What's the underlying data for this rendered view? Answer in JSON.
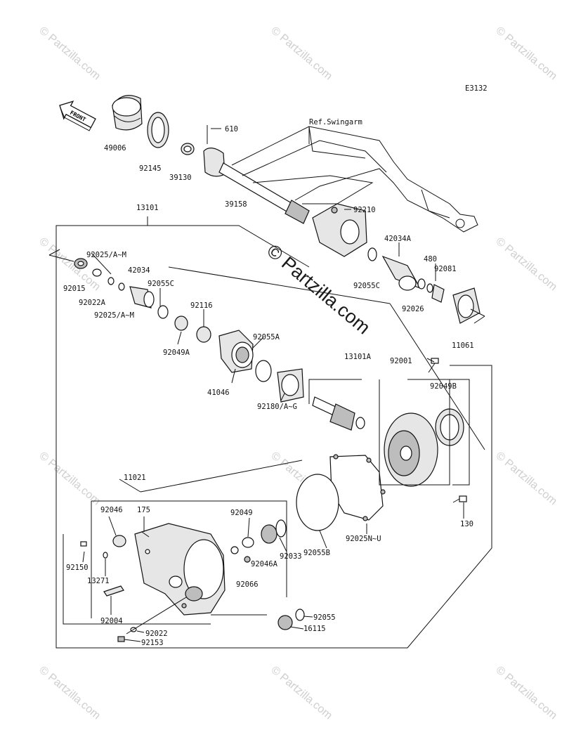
{
  "diagram_code": "E3132",
  "front_label": "FRONT",
  "ref_label": "Ref.Swingarm",
  "watermark_main": "© Partzilla.com",
  "watermark_small": "© Partzilla.com",
  "labels": {
    "p49006": "49006",
    "p92145": "92145",
    "p39130": "39130",
    "p610": "610",
    "p39158": "39158",
    "p92210": "92210",
    "p13101": "13101",
    "p42034A": "42034A",
    "p480": "480",
    "p92081": "92081",
    "p92055C_b": "92055C",
    "p92026": "92026",
    "p11061": "11061",
    "p92025AM_1": "92025/A~M",
    "p42034": "42034",
    "p92055C_a": "92055C",
    "p92015": "92015",
    "p92022A": "92022A",
    "p92025AM_2": "92025/A~M",
    "p92116": "92116",
    "p92049A": "92049A",
    "p92055A": "92055A",
    "p41046": "41046",
    "p13101A": "13101A",
    "p92001": "92001",
    "p92049B": "92049B",
    "p92180": "92180/A~G",
    "p11021": "11021",
    "p130": "130",
    "p92046": "92046",
    "p175": "175",
    "p92049": "92049",
    "p92025NU": "92025N~U",
    "p92055B": "92055B",
    "p92033": "92033",
    "p92046A": "92046A",
    "p92066": "92066",
    "p92150": "92150",
    "p13271": "13271",
    "p92004": "92004",
    "p92055": "92055",
    "p16115": "16115",
    "p92022": "92022",
    "p92153": "92153"
  }
}
